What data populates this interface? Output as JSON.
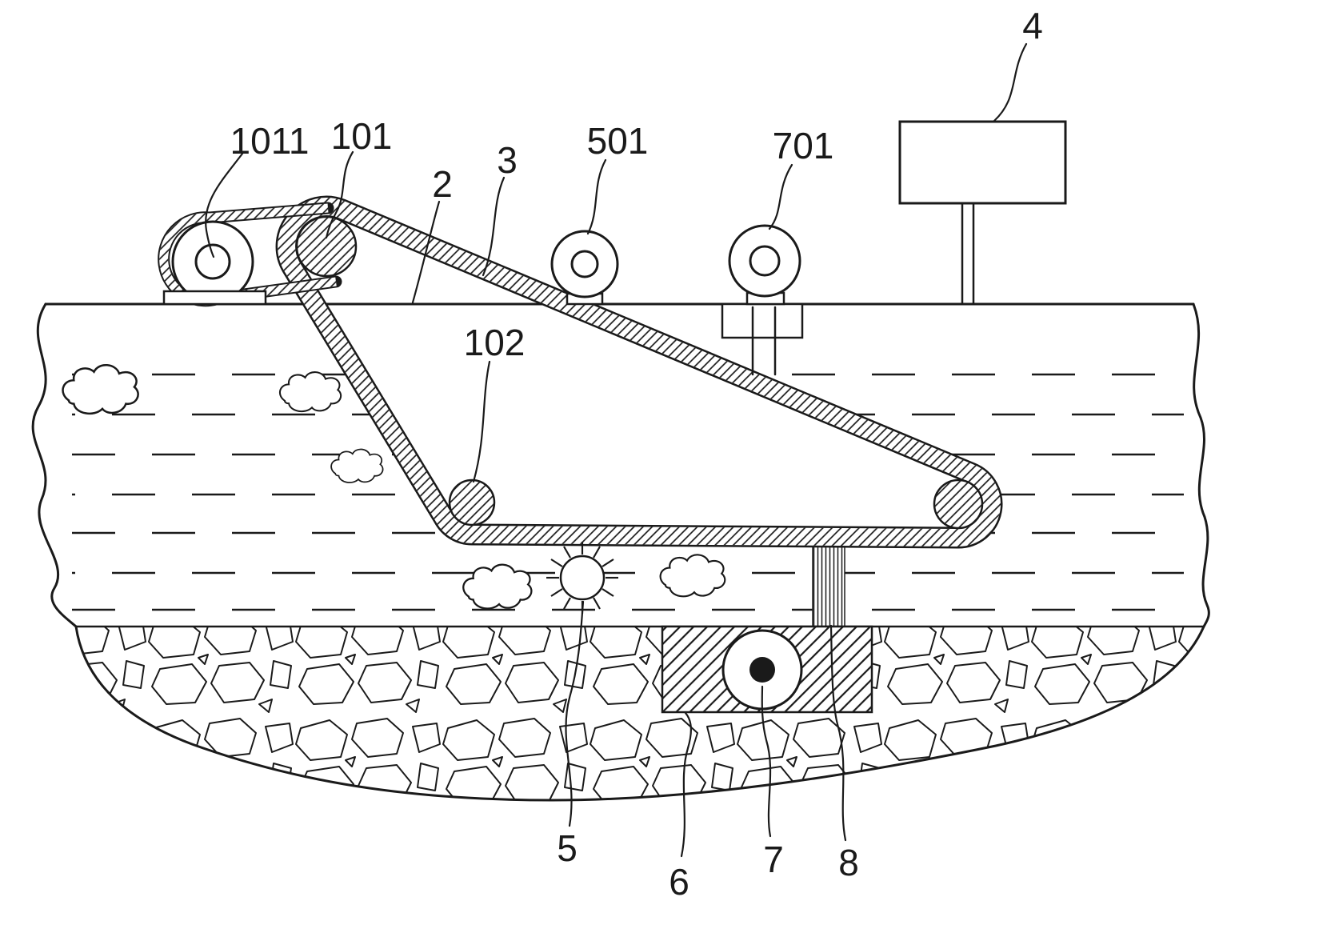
{
  "figure": {
    "type": "patent-style technical diagram",
    "background_color": "#ffffff",
    "line_color": "#1a1a1a",
    "labels": {
      "n1011": "1011",
      "n101": "101",
      "n2": "2",
      "n3": "3",
      "n501": "501",
      "n701": "701",
      "n4": "4",
      "n102": "102",
      "n5": "5",
      "n6": "6",
      "n7": "7",
      "n8": "8"
    }
  }
}
